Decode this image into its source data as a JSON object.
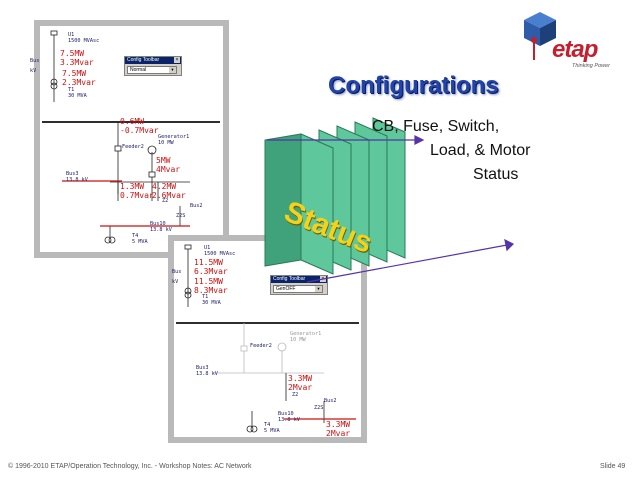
{
  "slide": {
    "heading": "Configurations",
    "subtitle_lines": [
      "CB, Fuse, Switch,",
      "Load, & Motor",
      "Status"
    ],
    "stack_label": "Status",
    "footer_left": "© 1996-2010 ETAP/Operation Technology, Inc. - Workshop Notes: AC Network",
    "footer_right": "Slide 49"
  },
  "logo": {
    "text": "etap",
    "tagline": "Thinking Power"
  },
  "diagram_1": {
    "toolbar_title": "Config Toolbar",
    "toolbar_value": "Normal",
    "utility_name": "U1",
    "utility_rating": "1500 MVAsc",
    "bus_label": "Bus",
    "kv_label": "kV",
    "top_flow": [
      "7.5MW",
      "3.3Mvar"
    ],
    "xfmr_flow": [
      "7.5MW",
      "2.3Mvar"
    ],
    "xfmr_name": "T1",
    "xfmr_rating": "30 MVA",
    "feeder_flow": [
      "0.6MW",
      "-0.7Mvar"
    ],
    "gen_name": "Generator1",
    "gen_rating": "10 MW",
    "feeder_name": "Feeder2",
    "gen_flow": [
      "5MW",
      "4Mvar"
    ],
    "bus3_name": "Bus3",
    "bus3_kv": "13.8 kV",
    "bus3_flow_a": [
      "1.3MW",
      "0.7Mvar"
    ],
    "bus3_flow_b": [
      "4.2MW",
      "2.6Mvar"
    ],
    "z2": "Z2",
    "bus2": "Bus2",
    "z2s": "Z2S",
    "bus10_name": "Bus10",
    "bus10_kv": "13.8 kV",
    "t4_name": "T4",
    "t4_rating": "5 MVA"
  },
  "diagram_2": {
    "toolbar_title": "Config Toolbar",
    "toolbar_value": "GenOFF",
    "utility_name": "U1",
    "utility_rating": "1500 MVAsc",
    "bus_label": "Bus",
    "kv_label": "kV",
    "top_flow": [
      "11.5MW",
      "6.3Mvar"
    ],
    "xfmr_flow": [
      "11.5MW",
      "8.3Mvar"
    ],
    "xfmr_name": "T1",
    "xfmr_rating": "30 MVA",
    "gen_name": "Generator1",
    "gen_rating": "10 MW",
    "feeder_name": "Feeder2",
    "bus3_name": "Bus3",
    "bus3_kv": "13.8 kV",
    "bus3_flow": [
      "3.3MW",
      "2Mvar"
    ],
    "z2": "Z2",
    "bus2": "Bus2",
    "z2s": "Z2S",
    "bus10_name": "Bus10",
    "bus10_kv": "13.8 kV",
    "t4_name": "T4",
    "t4_rating": "5 MVA",
    "bottom_flow": [
      "3.3MW",
      "2Mvar"
    ]
  },
  "colors": {
    "heading": "#2244aa",
    "flow_text": "#cc1111",
    "stack_green": "#5ec79b",
    "stack_text": "#f2d21a",
    "arrow": "#5533aa",
    "logo_red": "#c41f2f"
  }
}
